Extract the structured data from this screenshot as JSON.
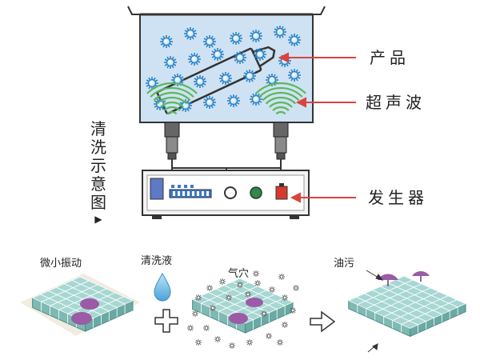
{
  "labels": {
    "product": "产品",
    "ultrasound": "超声波",
    "generator": "发生器",
    "vertical_title": [
      "清",
      "洗",
      "示",
      "意",
      "图"
    ],
    "vertical_arrow": "▶",
    "micro_vibration": "微小振动",
    "cleaning_liquid": "清洗液",
    "cavitation": "气穴",
    "oil_stain": "油污"
  },
  "colors": {
    "tank_water": "#cfe2f3",
    "bubble": "#2d84c8",
    "wave": "#5cb85c",
    "pointer": "#d9443f",
    "tile": "#a7d7d3",
    "stain": "#9b5ba6"
  },
  "icons": {
    "droplet": "water-droplet-icon",
    "plus": "plus-icon",
    "process_arrow": "hollow-right-arrow-icon"
  }
}
